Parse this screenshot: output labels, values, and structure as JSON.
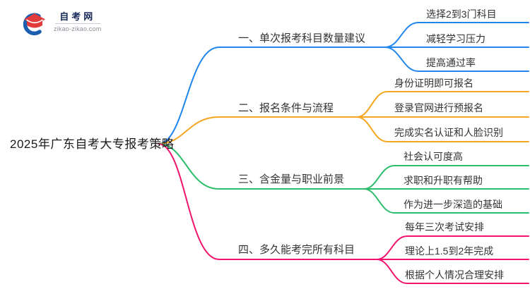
{
  "logo": {
    "title": "自考网",
    "domain": "zikao-zikao.com"
  },
  "central_topic": "2025年广东自考大专报考策略",
  "branches": [
    {
      "label": "一、单次报考科目数量建议",
      "color": "#2186EB",
      "children": [
        "选择2到3门科目",
        "减轻学习压力",
        "提高通过率"
      ]
    },
    {
      "label": "二、报名条件与流程",
      "color": "#F5A623",
      "children": [
        "身份证明即可报名",
        "登录官网进行预报名",
        "完成实名认证和人脸识别"
      ]
    },
    {
      "label": "三、含金量与职业前景",
      "color": "#2DBE6C",
      "children": [
        "社会认可度高",
        "求职和升职有帮助",
        "作为进一步深造的基础"
      ]
    },
    {
      "label": "四、多久能考完所有科目",
      "color": "#F0146E",
      "children": [
        "每年三次考试安排",
        "理论上1.5到2年完成",
        "根据个人情况合理安排"
      ]
    }
  ],
  "colors": {
    "background": "#FFFFFF",
    "topic_text": "#1A1A1A",
    "node_text": "#333333",
    "branch_blue": "#2186EB",
    "branch_orange": "#F5A623",
    "branch_green": "#2DBE6C",
    "branch_pink": "#F0146E",
    "logo_blue": "#1B5FAE",
    "logo_red": "#E23B3B",
    "logo_title_text": "#16295A",
    "logo_domain_text": "#8A9099"
  }
}
